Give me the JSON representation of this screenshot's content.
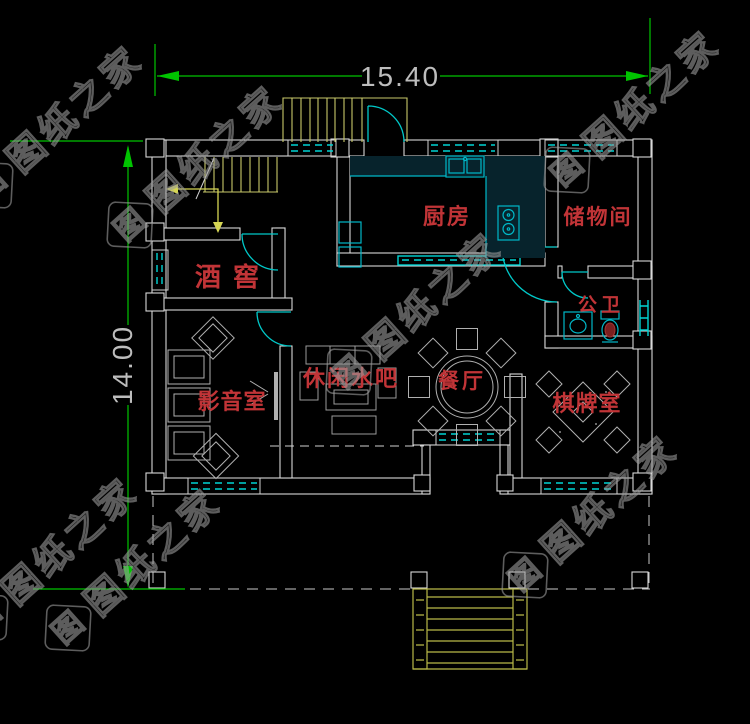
{
  "dimensions": {
    "width_label": "15.40",
    "height_label": "14.00"
  },
  "rooms": [
    {
      "id": "kitchen",
      "label": "厨房"
    },
    {
      "id": "storage",
      "label": "储物间"
    },
    {
      "id": "wine-cellar",
      "label": "酒窖"
    },
    {
      "id": "bathroom",
      "label": "公卫"
    },
    {
      "id": "media-room",
      "label": "影音室"
    },
    {
      "id": "lounge-bar",
      "label": "休闲水吧"
    },
    {
      "id": "dining-room",
      "label": "餐厅"
    },
    {
      "id": "chess-room",
      "label": "棋牌室"
    }
  ],
  "watermark": {
    "text": "图纸之家",
    "stamp_glyph": "图"
  },
  "colors": {
    "background": "#000000",
    "wall": "#d8d8d8",
    "window_door_cyan": "#00d4d4",
    "stair_yellow": "#c9c96a",
    "dimension_green": "#00c400",
    "dimension_text": "#bdbdbd",
    "room_label_red": "#c13437",
    "watermark_gray": "#9b9b9b"
  }
}
